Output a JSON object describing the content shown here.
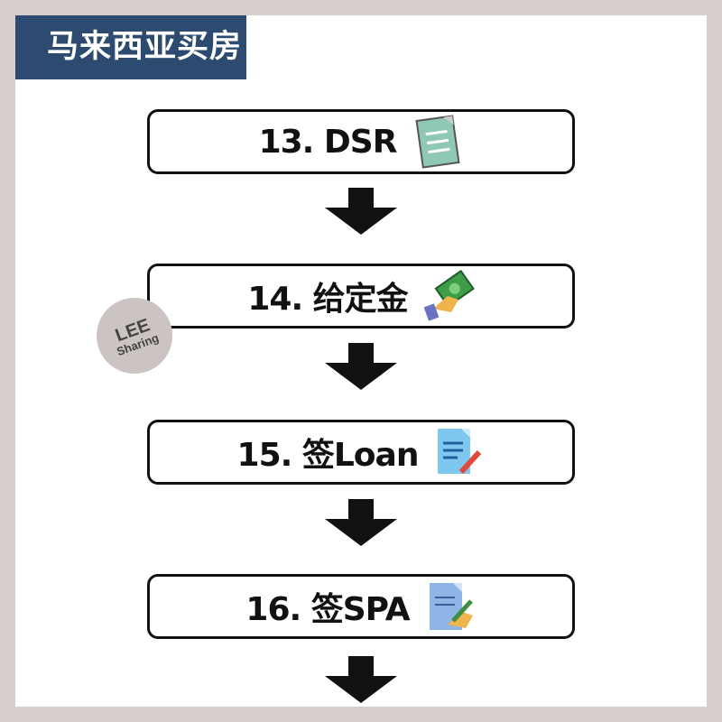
{
  "title": "马来西亚买房流程",
  "steps": [
    {
      "label": "13. DSR",
      "icon": "document-checklist-icon"
    },
    {
      "label": "14. 给定金",
      "icon": "hand-money-icon"
    },
    {
      "label": "15. 签Loan",
      "icon": "document-pen-icon"
    },
    {
      "label": "16. 签SPA",
      "icon": "document-signing-icon"
    }
  ],
  "watermark": {
    "line1": "LEE",
    "line2": "Sharing"
  },
  "colors": {
    "title_bg": "#2d4b70",
    "background": "#d5cecc"
  }
}
